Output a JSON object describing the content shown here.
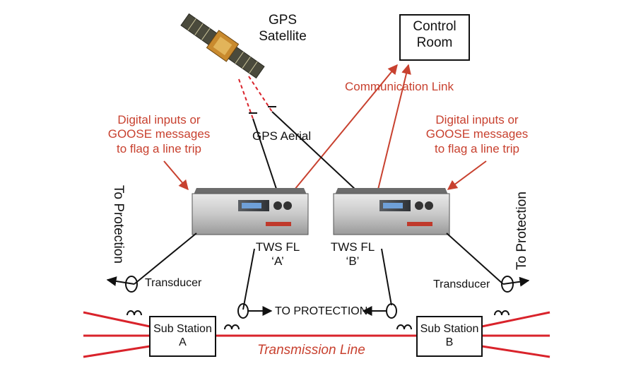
{
  "satellite": {
    "line1": "GPS",
    "line2": "Satellite"
  },
  "control_room": {
    "line1": "Control",
    "line2": "Room"
  },
  "communication_link": "Communication Link",
  "digital_inputs_left": {
    "line1": "Digital inputs or",
    "line2": "GOOSE messages",
    "line3": "to flag a line trip"
  },
  "digital_inputs_right": {
    "line1": "Digital inputs or",
    "line2": "GOOSE messages",
    "line3": "to flag a line trip"
  },
  "gps_aerial": "GPS Aerial",
  "to_protection_left": "To Protection",
  "to_protection_right": "To Protection",
  "unit_a": {
    "line1": "TWS FL",
    "line2": "‘A’"
  },
  "unit_b": {
    "line1": "TWS FL",
    "line2": "‘B’"
  },
  "transducer_left": "Transducer",
  "transducer_right": "Transducer",
  "to_protection_center": "TO PROTECTION",
  "substation_a": {
    "line1": "Sub Station",
    "line2": "A"
  },
  "substation_b": {
    "line1": "Sub Station",
    "line2": "B"
  },
  "transmission_line": "Transmission Line",
  "colors": {
    "accent_red": "#c8412f",
    "line_red": "#d9232b",
    "text": "#111111"
  }
}
